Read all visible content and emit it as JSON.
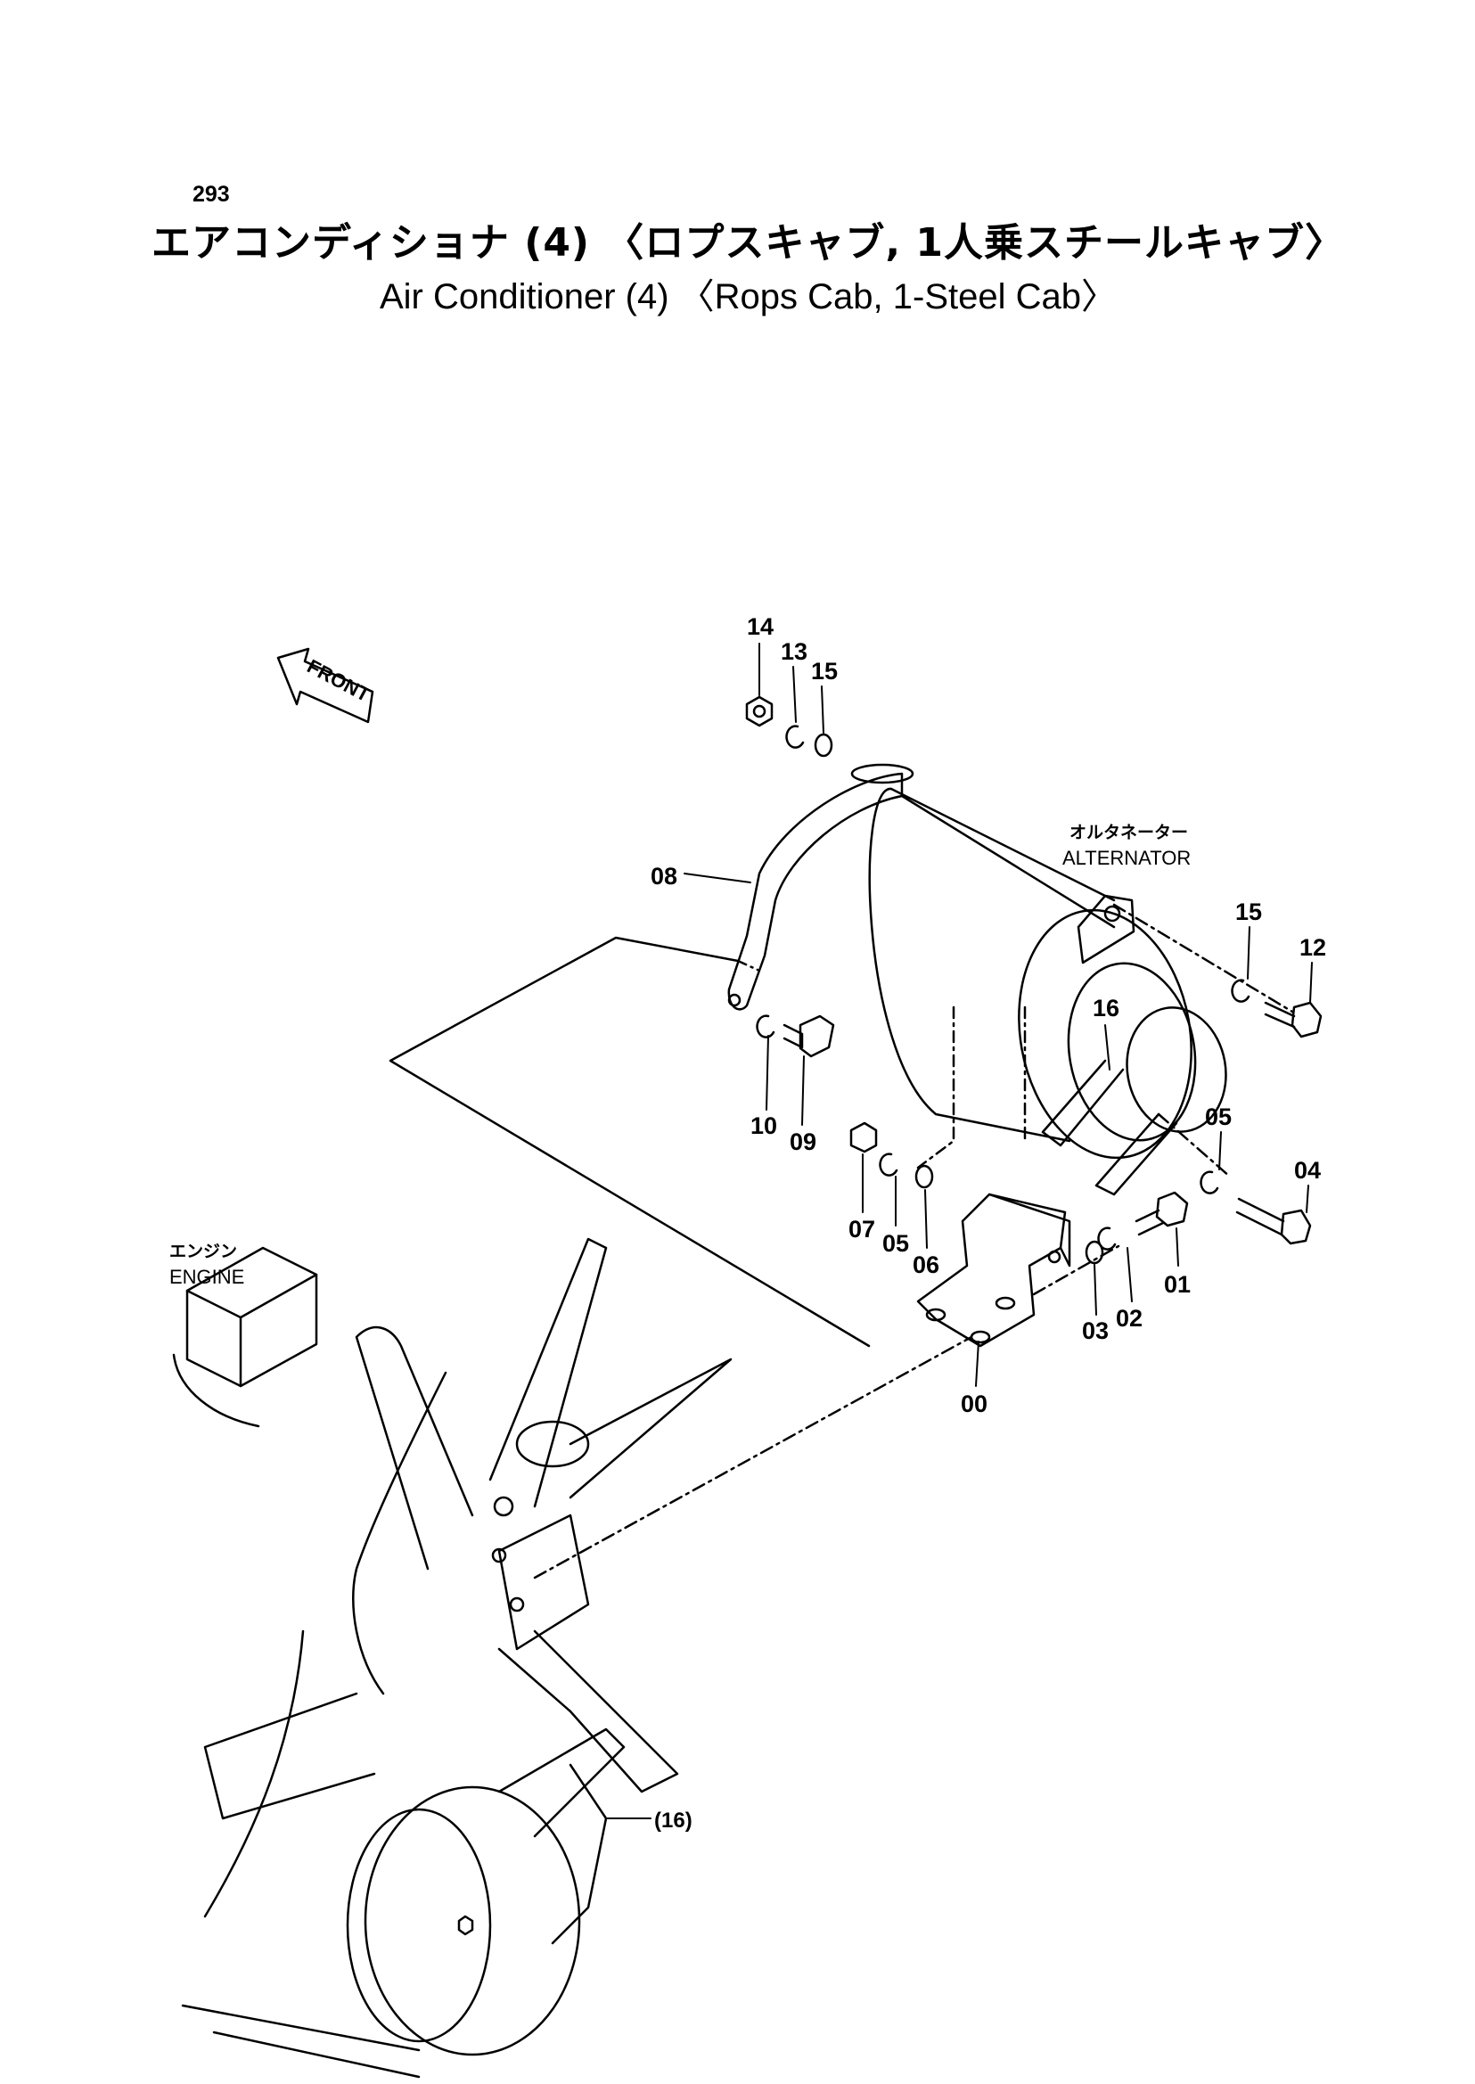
{
  "header": {
    "page_number": "293",
    "title_jp": "エアコンディショナ (4) 〈ロプスキャブ, 1人乗スチールキャブ〉",
    "title_en": "Air Conditioner (4) 〈Rops Cab, 1-Steel Cab〉"
  },
  "direction": {
    "front_label": "FRONT"
  },
  "components": {
    "alternator_jp": "オルタネーター",
    "alternator_en": "ALTERNATOR",
    "engine_jp": "エンジン",
    "engine_en": "ENGINE"
  },
  "callouts": {
    "p14": "14",
    "p13": "13",
    "p15_top": "15",
    "p08": "08",
    "p10": "10",
    "p09": "09",
    "p15_right": "15",
    "p12": "12",
    "p16": "16",
    "p05_right": "05",
    "p04": "04",
    "p07": "07",
    "p05_left": "05",
    "p06": "06",
    "p01": "01",
    "p02": "02",
    "p03": "03",
    "p00": "00",
    "p16_belt": "(16)"
  }
}
